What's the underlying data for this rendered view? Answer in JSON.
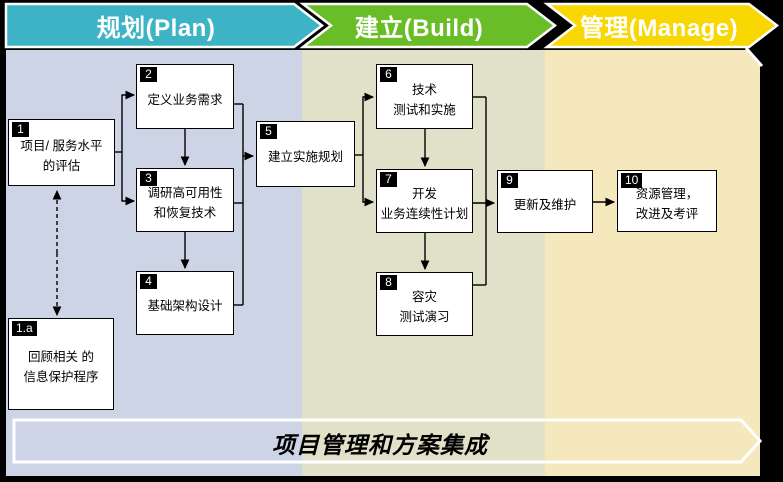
{
  "header": {
    "stages": [
      {
        "label": "规划(Plan)",
        "color": "#3cb4c6"
      },
      {
        "label": "建立(Build)",
        "color": "#69be28"
      },
      {
        "label": "管理(Manage)",
        "color": "#f8d702"
      }
    ]
  },
  "boxes": {
    "b1": {
      "number": "1",
      "lines": [
        "项目/ 服务水平",
        "的评估"
      ]
    },
    "b1a": {
      "number": "1.a",
      "lines": [
        "回顾相关 的",
        "信息保护程序"
      ]
    },
    "b2": {
      "number": "2",
      "lines": [
        "定义业务需求"
      ]
    },
    "b3": {
      "number": "3",
      "lines": [
        "调研高可用性",
        "和恢复技术"
      ]
    },
    "b4": {
      "number": "4",
      "lines": [
        "基础架构设计"
      ]
    },
    "b5": {
      "number": "5",
      "lines": [
        "建立实施规划"
      ]
    },
    "b6": {
      "number": "6",
      "lines": [
        "技术",
        "测试和实施"
      ]
    },
    "b7": {
      "number": "7",
      "lines": [
        "开发",
        "业务连续性计划"
      ]
    },
    "b8": {
      "number": "8",
      "lines": [
        "容灾",
        "测试演习"
      ]
    },
    "b9": {
      "number": "9",
      "lines": [
        "更新及维护"
      ]
    },
    "b10": {
      "number": "10",
      "lines": [
        "资源管理，",
        "改进及考评"
      ]
    }
  },
  "banner": {
    "label": "项目管理和方案集成"
  },
  "colors": {
    "plan_band": "#cdd4e6",
    "build_band": "#e0e1c8",
    "manage_band": "#f5e8bd",
    "frame": "#000000",
    "box_fill": "#ffffff"
  }
}
